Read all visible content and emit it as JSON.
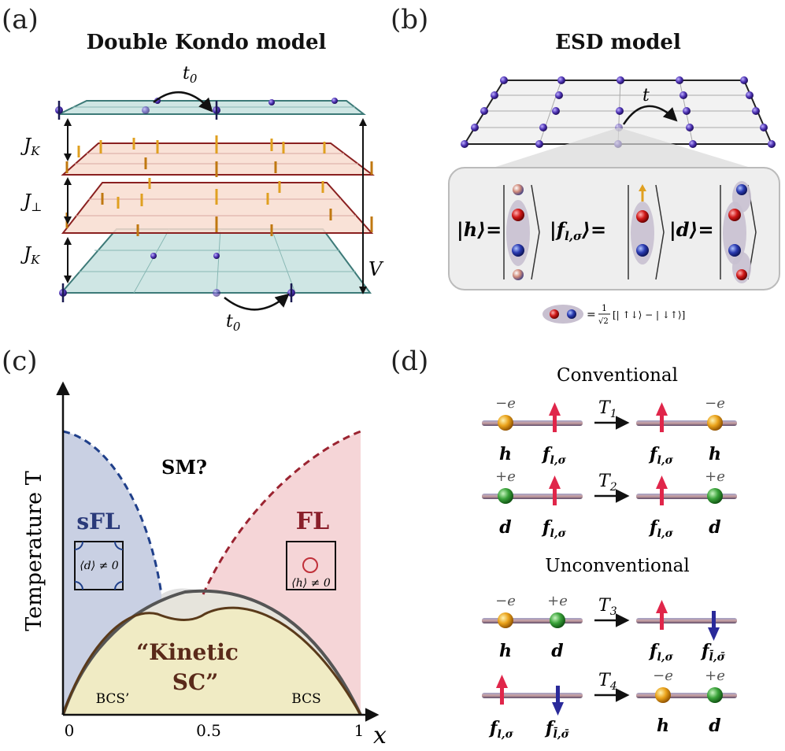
{
  "panels": {
    "a": {
      "label": "(a)",
      "title": "Double Kondo model",
      "hop_top": "t",
      "hop_top_sub": "0",
      "hop_bottom": "t",
      "hop_bottom_sub": "0",
      "jk_top": "J",
      "jk_top_sub": "K",
      "jperp": "J",
      "jperp_sub": "⊥",
      "jk_bottom": "J",
      "jk_bottom_sub": "K",
      "v_label": "V"
    },
    "b": {
      "label": "(b)",
      "title": "ESD model",
      "hop": "t",
      "state_h": "|h⟩=",
      "state_f": "|f",
      "state_f_sub": "l,σ",
      "state_f_end": "⟩=",
      "state_d": "|d⟩=",
      "singlet_eq": "=",
      "singlet_frac": "1",
      "singlet_den": "√2",
      "singlet_expr": "[| ↑↓⟩ − | ↓↑⟩]"
    },
    "c": {
      "label": "(c)",
      "ylabel": "Temperature T",
      "xlabel": "x",
      "xtick_0": "0",
      "xtick_05": "0.5",
      "xtick_1": "1",
      "sfl": "sFL",
      "fl": "FL",
      "sm": "SM?",
      "kinetic_1": "“Kinetic",
      "kinetic_2": "SC”",
      "bcs_left": "BCS’",
      "bcs_right": "BCS",
      "inset_left": "⟨d⟩ ≠ 0",
      "inset_right": "⟨h⟩ ≠ 0"
    },
    "d": {
      "label": "(d)",
      "conventional": "Conventional",
      "unconventional": "Unconventional",
      "minus_e": "−e",
      "plus_e": "+e",
      "T1": "T",
      "T1_sub": "1",
      "T2": "T",
      "T2_sub": "2",
      "T3": "T",
      "T3_sub": "3",
      "T4": "T",
      "T4_sub": "4",
      "h": "h",
      "d": "d",
      "f": "f",
      "f_sub": "l,σ",
      "fbar_sub": "l̄,σ̄"
    }
  },
  "colors": {
    "sfl_region": "#c9d0e3",
    "fl_region": "#f5d5d7",
    "sc_region": "#f0ebc4",
    "sm_region": "#e0e0e0",
    "blue_dash": "#1f3f8a",
    "red_dash": "#9b2431",
    "sc_line": "#5a3a1a",
    "hole_sphere": "#e8a51a",
    "doublon_sphere": "#3a9a3a",
    "up_arrow": "#e0264a",
    "down_arrow": "#2a2a9a",
    "teal_plane": "#cfe6e4",
    "pink_plane": "#f8ddd0"
  }
}
